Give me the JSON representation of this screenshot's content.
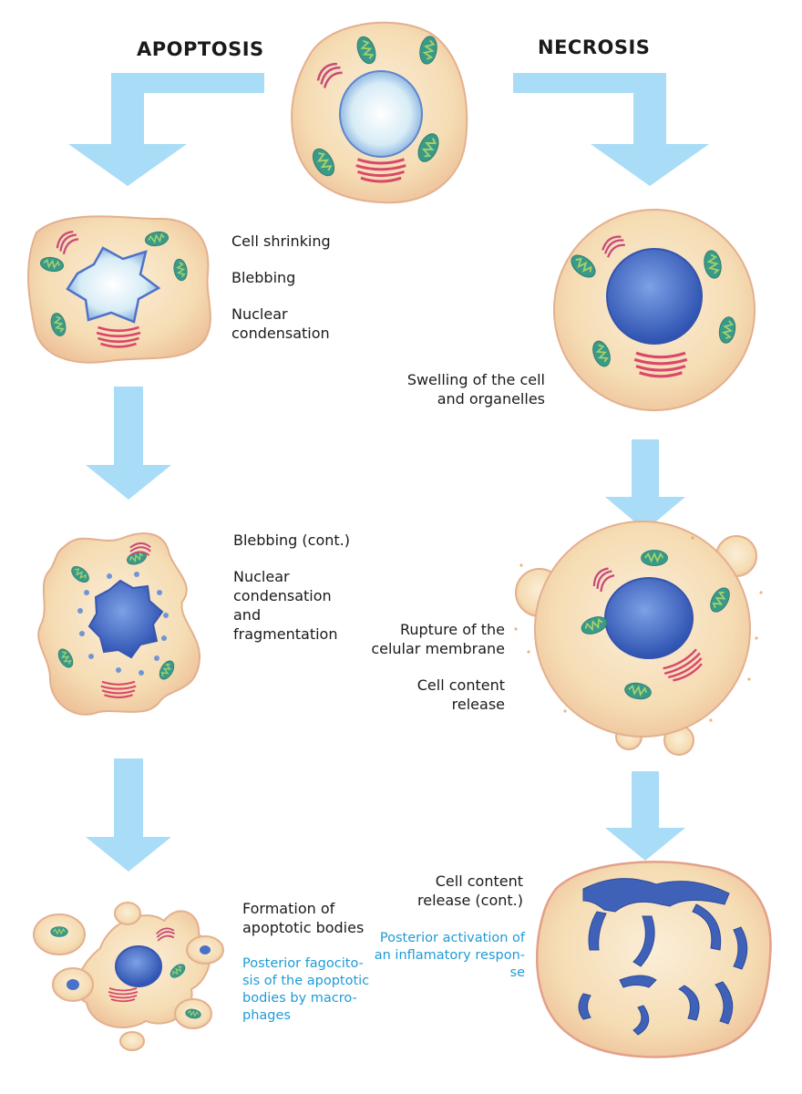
{
  "titles": {
    "apoptosis": "APOPTOSIS",
    "necrosis": "NECROSIS"
  },
  "apoptosis": {
    "stage1": [
      "Cell shrinking",
      "Blebbing",
      "Nuclear",
      "condensation"
    ],
    "stage2": [
      "Blebbing (cont.)",
      "Nuclear",
      "condensation",
      "and",
      "fragmentation"
    ],
    "stage3": [
      "Formation of",
      "apoptotic bodies"
    ],
    "stage3_note": [
      "Posterior fagocito-",
      "sis of the apoptotic",
      "bodies by macro-",
      "phages"
    ]
  },
  "necrosis": {
    "stage1": [
      "Swelling of the cell",
      "and organelles"
    ],
    "stage2": [
      "Rupture of the",
      "celular membrane",
      "Cell content",
      "release"
    ],
    "stage3": [
      "Cell content",
      "release (cont.)"
    ],
    "stage3_note": [
      "Posterior activation of",
      "an inflamatory respon-",
      "se"
    ]
  },
  "colors": {
    "arrow": "#a9dcf7",
    "cell": "#f6ddb5",
    "membrane": "#e6a98a",
    "nucleus": "#4a78c8",
    "mito": "#3b9e8a",
    "er": "#d9486a",
    "note": "#1f9bd6"
  }
}
